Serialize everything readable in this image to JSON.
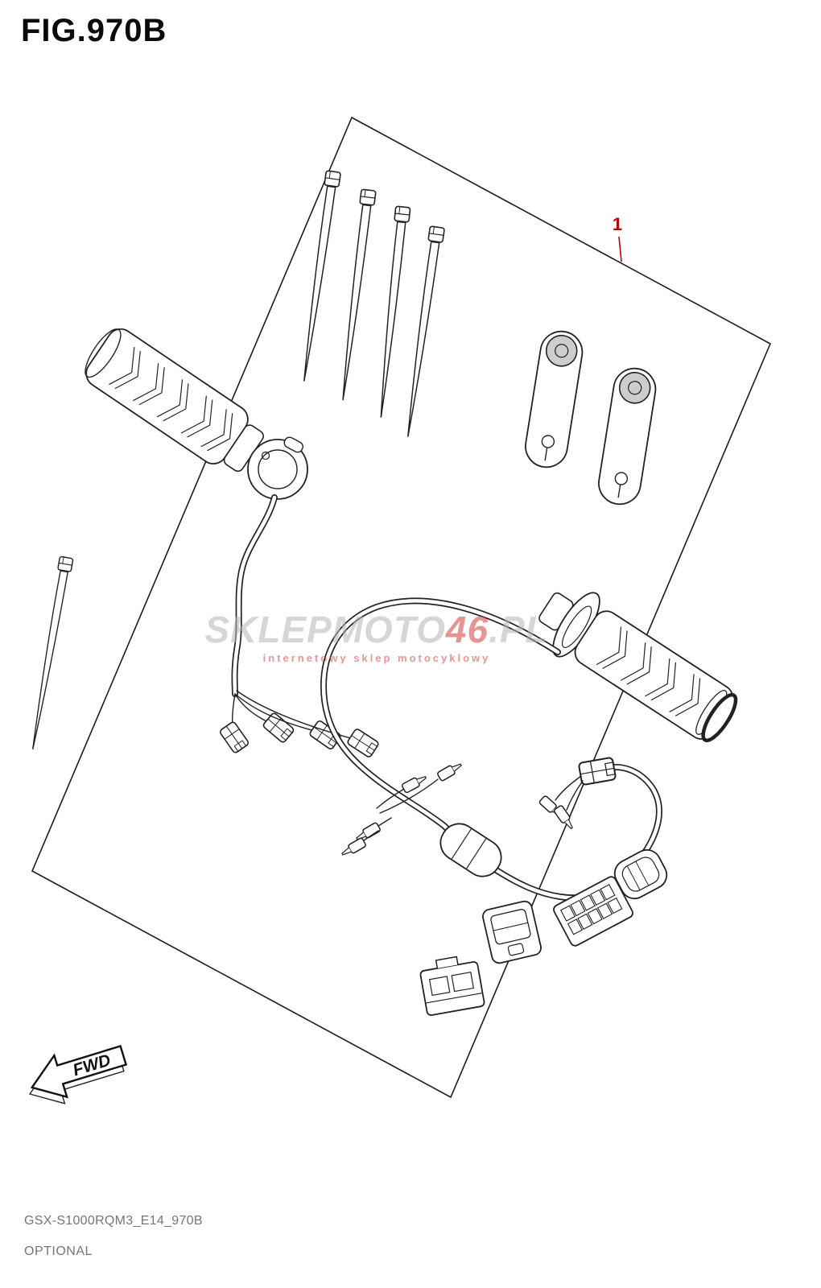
{
  "page": {
    "title": "FIG.970B",
    "footer": {
      "code": "GSX-S1000RQM3_E14_970B",
      "label": "OPTIONAL"
    }
  },
  "diagram": {
    "callout_1": "1",
    "fwd_label": "FWD"
  },
  "watermark": {
    "sklep": "SKLEP",
    "moto": "MOTO",
    "num": "46",
    "pl": ".PL",
    "tagline": "internetowy sklep motocyklowy"
  },
  "colors": {
    "line": "#222222",
    "callout_red": "#c00000",
    "watermark_gray": "#b5b5b5",
    "watermark_red": "#d24040",
    "footer_gray": "#757575"
  }
}
